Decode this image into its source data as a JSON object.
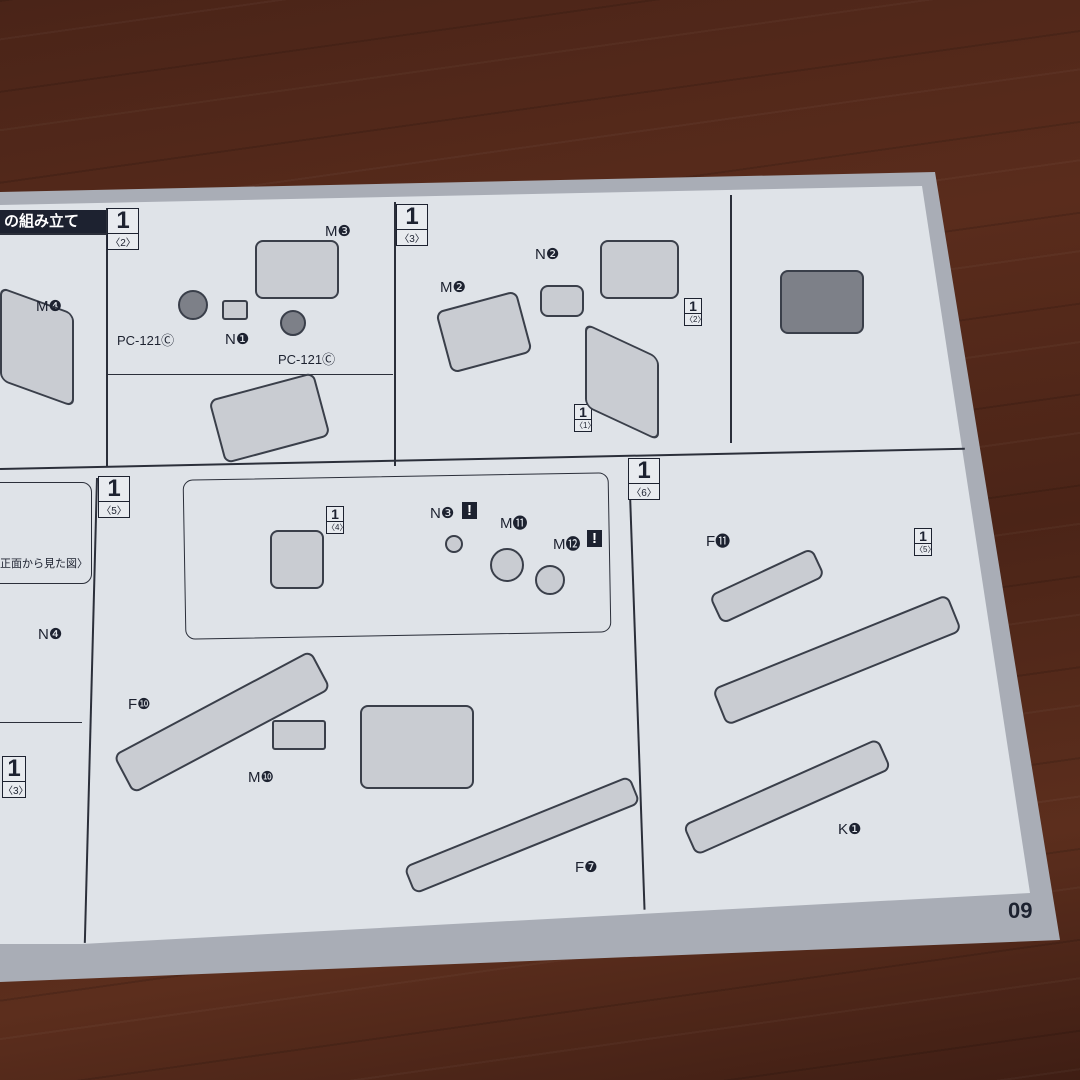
{
  "section_title": "の組み立て",
  "page_number": "09",
  "steps": [
    {
      "num": "1",
      "sub": "〈2〉"
    },
    {
      "num": "1",
      "sub": "〈3〉"
    },
    {
      "num": "1",
      "sub": "〈5〉"
    },
    {
      "num": "1",
      "sub": "〈6〉"
    },
    {
      "num": "1",
      "sub": "〈3〉"
    },
    {
      "num": "1",
      "sub": "〈2〉"
    },
    {
      "num": "1",
      "sub": "〈1〉"
    },
    {
      "num": "1",
      "sub": "〈4〉"
    },
    {
      "num": "1",
      "sub": "〈5〉"
    }
  ],
  "labels": {
    "m4": "M❹",
    "m3": "M❸",
    "pc1": "PC-121Ⓒ",
    "n1": "N❶",
    "pc2": "PC-121Ⓒ",
    "n2": "N❷",
    "m2": "M❷",
    "n3": "N❸",
    "m11": "M⓫",
    "m12": "M⓬",
    "n4": "N❹",
    "f10": "F❿",
    "m10": "M❿",
    "f7": "F❼",
    "f11": "F⓫",
    "k1": "K❶",
    "front_view": "正面から見た図〉",
    "caution": "!"
  }
}
